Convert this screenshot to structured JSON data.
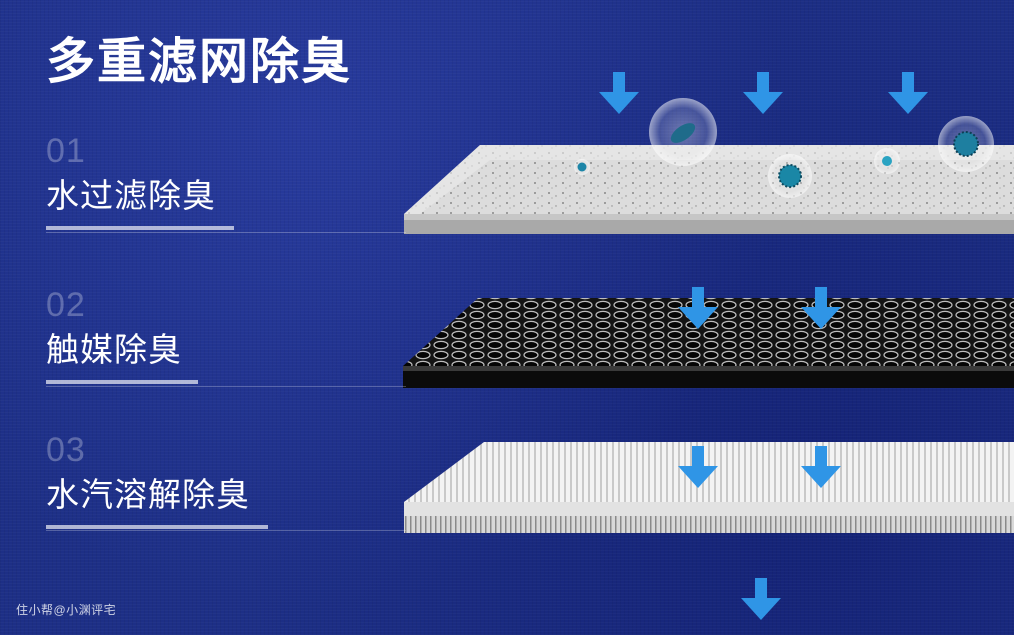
{
  "title": "多重滤网除臭",
  "steps": [
    {
      "number": "01",
      "label": "水过滤除臭"
    },
    {
      "number": "02",
      "label": "触媒除臭"
    },
    {
      "number": "03",
      "label": "水汽溶解除臭"
    }
  ],
  "watermark": "住小帮@小渊评宅",
  "colors": {
    "background": "#1d2f86",
    "arrow": "#2f95e6",
    "text": "#ffffff"
  }
}
